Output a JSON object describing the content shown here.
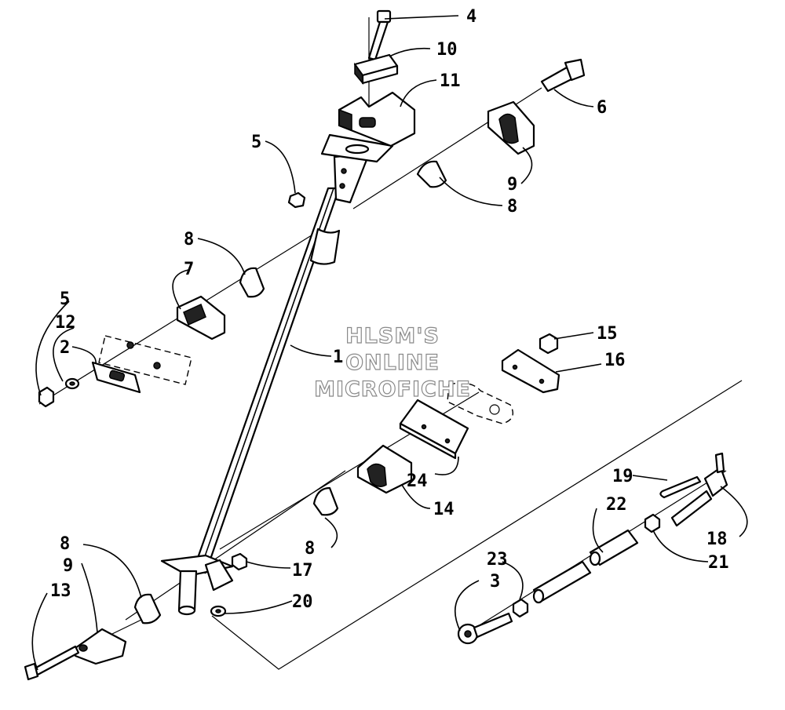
{
  "watermark": {
    "line1": "HLSM'S",
    "line2": "ONLINE",
    "line3": "MICROFICHE"
  },
  "callouts": [
    {
      "id": "c4",
      "label": "4"
    },
    {
      "id": "c10",
      "label": "10"
    },
    {
      "id": "c11",
      "label": "11"
    },
    {
      "id": "c6",
      "label": "6"
    },
    {
      "id": "c5a",
      "label": "5"
    },
    {
      "id": "c9a",
      "label": "9"
    },
    {
      "id": "c8a",
      "label": "8"
    },
    {
      "id": "c8b",
      "label": "8"
    },
    {
      "id": "c7",
      "label": "7"
    },
    {
      "id": "c5b",
      "label": "5"
    },
    {
      "id": "c12",
      "label": "12"
    },
    {
      "id": "c2",
      "label": "2"
    },
    {
      "id": "c1",
      "label": "1"
    },
    {
      "id": "c15",
      "label": "15"
    },
    {
      "id": "c16",
      "label": "16"
    },
    {
      "id": "c24",
      "label": "24"
    },
    {
      "id": "c14",
      "label": "14"
    },
    {
      "id": "c19",
      "label": "19"
    },
    {
      "id": "c22",
      "label": "22"
    },
    {
      "id": "c8c",
      "label": "8"
    },
    {
      "id": "c18",
      "label": "18"
    },
    {
      "id": "c21",
      "label": "21"
    },
    {
      "id": "c23",
      "label": "23"
    },
    {
      "id": "c3",
      "label": "3"
    },
    {
      "id": "c8d",
      "label": "8"
    },
    {
      "id": "c9b",
      "label": "9"
    },
    {
      "id": "c17",
      "label": "17"
    },
    {
      "id": "c13",
      "label": "13"
    },
    {
      "id": "c20",
      "label": "20"
    }
  ]
}
